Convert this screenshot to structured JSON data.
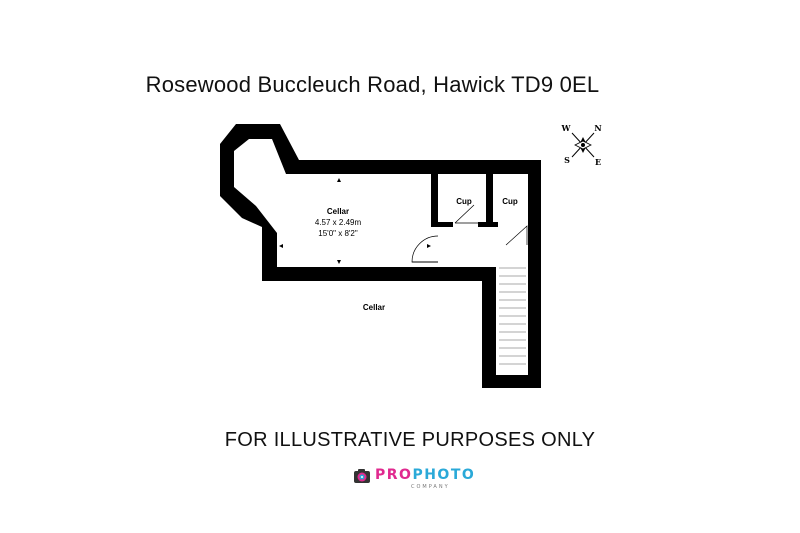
{
  "header": {
    "title": "Rosewood Buccleuch Road, Hawick TD9 0EL"
  },
  "rooms": {
    "cellar_main": {
      "name": "Cellar",
      "dims_metric": "4.57 x 2.49m",
      "dims_imperial": "15'0\" x 8'2\""
    },
    "cupboard_1": {
      "name": "Cup"
    },
    "cupboard_2": {
      "name": "Cup"
    },
    "floor_label": "Cellar"
  },
  "compass": {
    "w": "W",
    "n": "N",
    "s": "S",
    "e": "E"
  },
  "footer": {
    "disclaimer": "FOR ILLUSTRATIVE PURPOSES ONLY"
  },
  "logo": {
    "brand_pro": "PRO",
    "brand_photo": "PHOTO",
    "subtitle": "COMPANY",
    "colors": {
      "pro": "#e0298f",
      "photo": "#2aa9d8"
    }
  }
}
